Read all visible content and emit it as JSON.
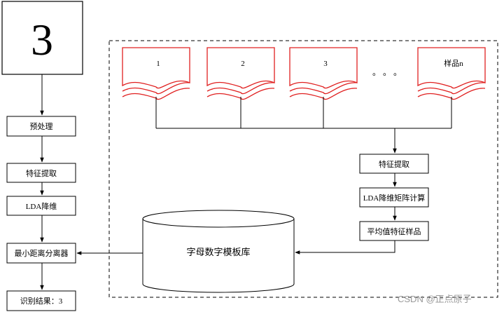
{
  "input_image": {
    "digit": "3"
  },
  "samples": [
    {
      "label": "1"
    },
    {
      "label": "2"
    },
    {
      "label": "3"
    },
    {
      "label": "样品n"
    }
  ],
  "ellipsis": "。  。  。",
  "left_flow": {
    "preprocess": "预处理",
    "feature_extract": "特征提取",
    "lda_reduce": "LDA降维",
    "min_distance": "最小距离分离器",
    "result": "识别结果：3"
  },
  "right_flow": {
    "feature_extract": "特征提取",
    "lda_matrix": "LDA降维矩阵计算",
    "mean_sample": "平均值特征样品"
  },
  "database": {
    "label": "字母数字模板库"
  },
  "watermark": "CSDN @正点原子",
  "colors": {
    "sample_stroke": "#e02020",
    "line": "#000000"
  }
}
